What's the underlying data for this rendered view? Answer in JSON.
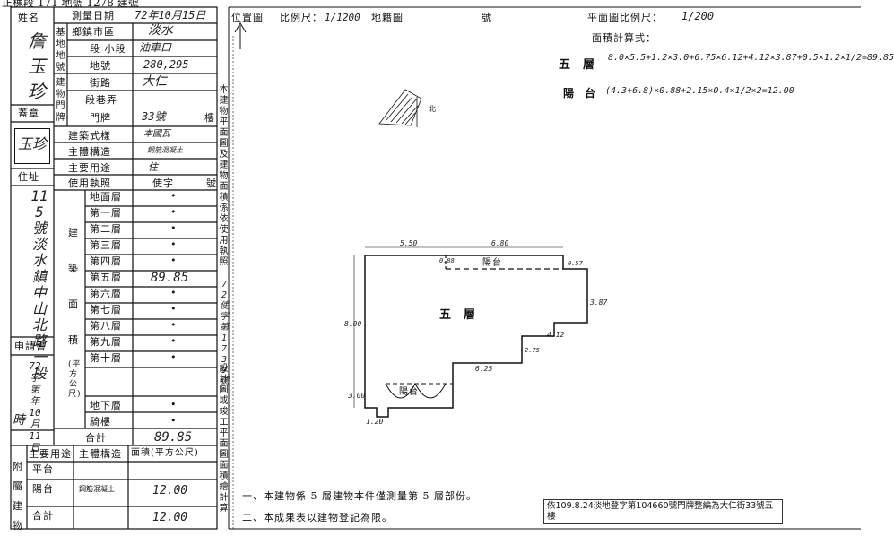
{
  "header": {
    "top_text": "正棟段 171 地號 1278 建號"
  },
  "left_table": {
    "owner_label": "姓名",
    "owner_value": "詹玉珍",
    "seal_label": "蓋章",
    "seal_value": "玉珍",
    "address_label": "住址",
    "address_value": "115號淡水鎮中山北路一段",
    "applicant_label": "申請書",
    "applicant_value": "72字第 年 10月 11日",
    "applicant_extra": "時",
    "survey_date_label": "測量日期",
    "survey_date_value": "72年10月15日",
    "land_district_label": "鄉鎮市區",
    "land_district_value": "淡水",
    "land_section_label": "段 小段",
    "land_section_value": "油車口",
    "land_no_label": "地號",
    "land_no_value": "280,295",
    "street_label": "街路",
    "street_value": "大仁",
    "alley_label": "段巷弄",
    "door_label": "門牌",
    "door_value": "33號",
    "floor_suffix": "樓",
    "style_label": "建築式樣",
    "style_value": "本國瓦",
    "structure_label": "主體構造",
    "structure_value": "鋼筋混凝土",
    "use_label": "主要用途",
    "use_value": "住",
    "license_label": "使用執照",
    "license_value": "使字",
    "license_suffix": "號",
    "area_group_label": "建築面積",
    "area_unit": "(平方公尺)",
    "floors": [
      {
        "name": "地面層",
        "value": "•"
      },
      {
        "name": "第一層",
        "value": "•"
      },
      {
        "name": "第二層",
        "value": "•"
      },
      {
        "name": "第三層",
        "value": "•"
      },
      {
        "name": "第四層",
        "value": "•"
      },
      {
        "name": "第五層",
        "value": "89.85"
      },
      {
        "name": "第六層",
        "value": "•"
      },
      {
        "name": "第七層",
        "value": "•"
      },
      {
        "name": "第八層",
        "value": "•"
      },
      {
        "name": "第九層",
        "value": "•"
      },
      {
        "name": "第十層",
        "value": "•"
      }
    ],
    "basement_label": "地下層",
    "basement_value": "•",
    "arcade_label": "騎樓",
    "arcade_value": "•",
    "total_label": "合計",
    "total_value": "89.85",
    "annex_label": "附屬建物",
    "annex_use_label": "主要用途",
    "annex_struct_label": "主體構造",
    "annex_area_label": "面積(平方公尺)",
    "annex_rows": [
      {
        "use": "平台",
        "struct": "",
        "value": ""
      },
      {
        "use": "陽台",
        "struct": "鋼筋混凝土",
        "value": "12.00"
      },
      {
        "use": "合計",
        "struct": "",
        "value": "12.00"
      }
    ]
  },
  "middle": {
    "location_label": "位置圖",
    "scale_label": "比例尺：",
    "scale_value": "1/1200",
    "cadastral_label": "地籍圖",
    "number_label": "號",
    "vertical_note": "本建物平面圖及建物面積係依使用執照",
    "license_no": "72 使字第 1739 號",
    "vertical_note_2": "設計圖或竣工平面圖面積繪計算",
    "north_label": "北"
  },
  "right": {
    "plan_scale_label": "平面圖比例尺：",
    "plan_scale_value": "1/200",
    "calc_label": "面積計算式：",
    "floor5_label": "五層",
    "floor5_formula": "8.0×5.5+1.2×3.0+6.75×6.12+4.12×3.87+0.5×1.2×1/2=89.85",
    "balcony_label": "陽台",
    "balcony_formula": "(4.3+6.8)×0.88+2.15×0.4×1/2×2=12.00",
    "plan_title": "五層",
    "balcony_plan_label": "陽台",
    "dims": {
      "top_left": "5.50",
      "top_right": "6.80",
      "left": "8.00",
      "bottom_left": "3.00",
      "bottom": "1.20",
      "right_top": "3.87",
      "step1": "4.12",
      "step1_v": "2.75",
      "step2": "6.25",
      "corner": "0.57",
      "corner2": "0.88"
    },
    "notes": [
      "一、本建物係 5 層建物本件僅測量第 5 層部份。",
      "二、本成果表以建物登記為限。"
    ],
    "stamp": "依109.8.24淡地登字第104660號門牌整編為大仁街33號五樓"
  }
}
